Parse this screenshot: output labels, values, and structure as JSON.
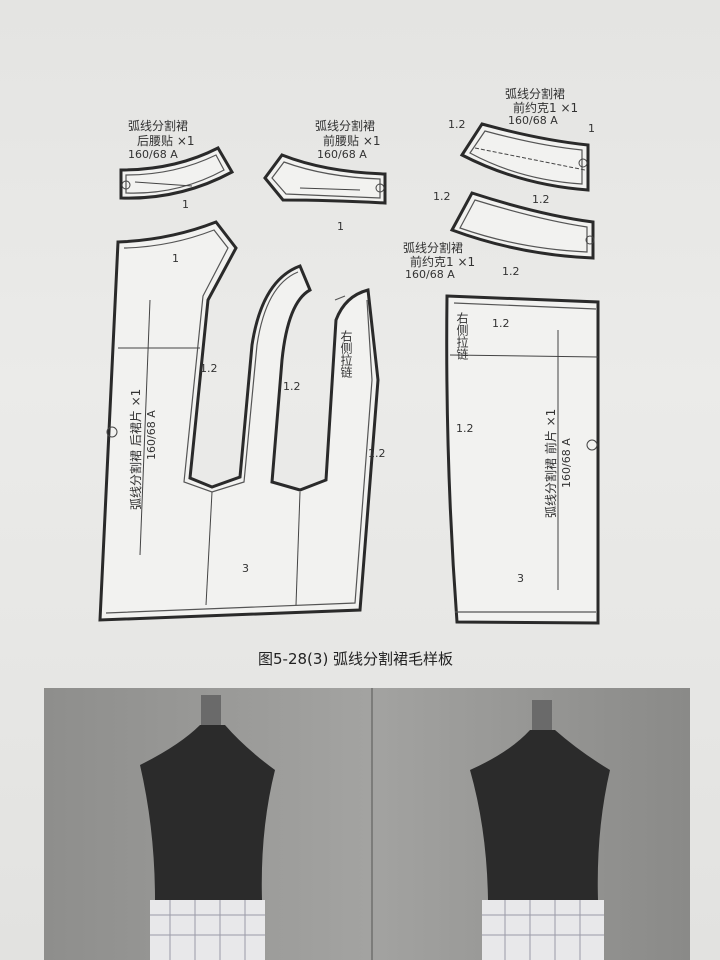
{
  "pieces": {
    "back_facing": {
      "name": "弧线分割裙",
      "part": "后腰贴 ×1",
      "size": "160/68 A",
      "allowance": "1"
    },
    "front_facing": {
      "name": "弧线分割裙",
      "part": "前腰贴 ×1",
      "size": "160/68 A",
      "allowance": "1"
    },
    "front_yoke_top": {
      "name": "弧线分割裙",
      "part": "前约克1 ×1",
      "size": "160/68 A",
      "allowance_left": "1.2",
      "allowance_right": "1",
      "allowance_bottom": "1.2"
    },
    "front_yoke_bottom": {
      "name": "弧线分割裙",
      "part": "前约克1 ×1",
      "size": "160/68 A",
      "allowance_left": "1.2",
      "allowance_bottom": "1.2"
    },
    "back_skirt": {
      "label": "弧线分割裙  后裙片 ×1",
      "size": "160/68 A",
      "allowance_top": "1",
      "allowance_side_a": "1.2",
      "allowance_side_b": "1.2",
      "allowance_side_c": "1.2",
      "allowance_hem": "3",
      "zipper": "右侧拉链"
    },
    "front_skirt": {
      "label": "弧线分割裙  前片 ×1",
      "size": "160/68 A",
      "allowance_top": "1.2",
      "allowance_side": "1.2",
      "allowance_hem": "3",
      "zipper": "右侧拉链"
    }
  },
  "caption": "图5-28(3)    弧线分割裙毛样板"
}
